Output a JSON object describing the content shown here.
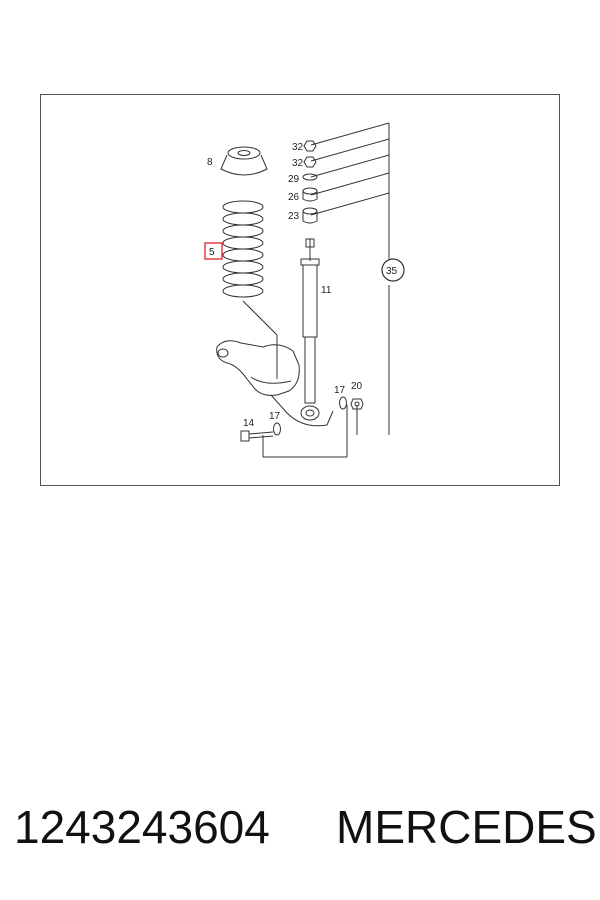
{
  "diagram": {
    "highlight_color": "#e0202a",
    "callouts": {
      "c32a": "32",
      "c32b": "32",
      "c29": "29",
      "c26": "26",
      "c23": "23",
      "c8": "8",
      "c5": "5",
      "c11": "11",
      "c35": "35",
      "c17a": "17",
      "c20": "20",
      "c14": "14",
      "c17b": "17"
    }
  },
  "footer": {
    "part_number": "1243243604",
    "brand": "MERCEDES"
  }
}
